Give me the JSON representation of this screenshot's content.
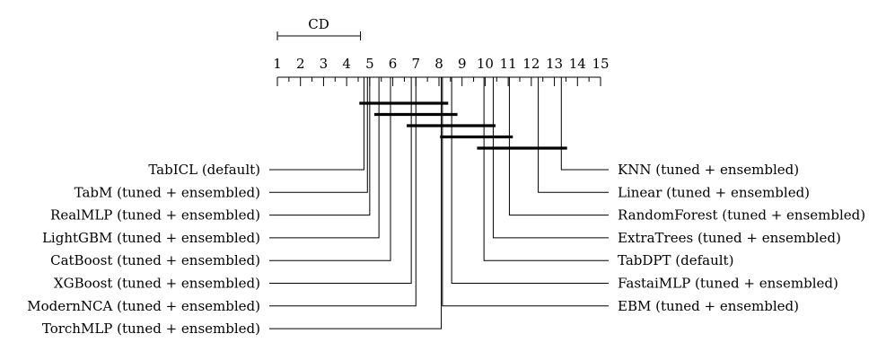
{
  "chart_data": {
    "type": "critical-difference-diagram",
    "cd_label": "CD",
    "cd_value": 3.6,
    "axis": {
      "min": 1,
      "max": 15,
      "tick_labels": [
        "1",
        "2",
        "3",
        "4",
        "5",
        "6",
        "7",
        "8",
        "9",
        "10",
        "11",
        "12",
        "13",
        "14",
        "15"
      ]
    },
    "left_methods": [
      {
        "name": "TabICL (default)",
        "rank": 4.75
      },
      {
        "name": "TabM (tuned + ensembled)",
        "rank": 4.9
      },
      {
        "name": "RealMLP (tuned + ensembled)",
        "rank": 5.0
      },
      {
        "name": "LightGBM (tuned + ensembled)",
        "rank": 5.4
      },
      {
        "name": "CatBoost (tuned + ensembled)",
        "rank": 5.9
      },
      {
        "name": "XGBoost (tuned + ensembled)",
        "rank": 6.8
      },
      {
        "name": "ModernNCA (tuned + ensembled)",
        "rank": 7.0
      },
      {
        "name": "TorchMLP (tuned + ensembled)",
        "rank": 8.1
      }
    ],
    "right_methods": [
      {
        "name": "KNN (tuned + ensembled)",
        "rank": 13.3
      },
      {
        "name": "Linear (tuned + ensembled)",
        "rank": 12.3
      },
      {
        "name": "RandomForest (tuned + ensembled)",
        "rank": 11.05
      },
      {
        "name": "ExtraTrees (tuned + ensembled)",
        "rank": 10.35
      },
      {
        "name": "TabDPT (default)",
        "rank": 9.95
      },
      {
        "name": "FastaiMLP (tuned + ensembled)",
        "rank": 8.55
      },
      {
        "name": "EBM (tuned + ensembled)",
        "rank": 8.15
      }
    ],
    "cliques": [
      {
        "from": 4.55,
        "to": 8.4
      },
      {
        "from": 5.2,
        "to": 8.8
      },
      {
        "from": 6.6,
        "to": 10.45
      },
      {
        "from": 8.05,
        "to": 11.2
      },
      {
        "from": 9.65,
        "to": 13.55
      }
    ]
  }
}
